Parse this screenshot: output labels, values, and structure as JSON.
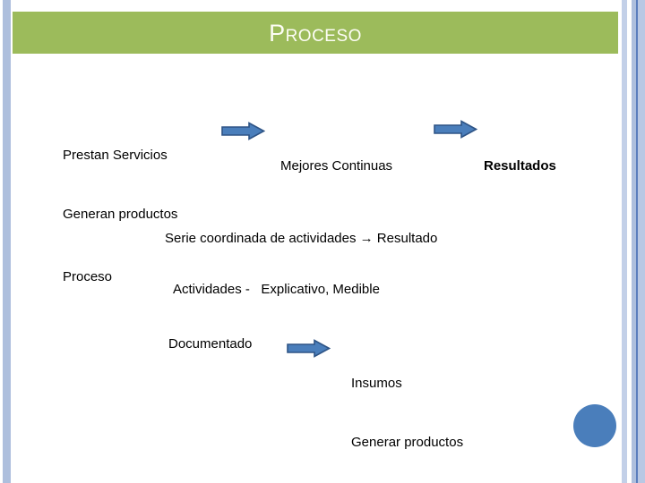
{
  "slide": {
    "title": "Proceso",
    "background_color": "#ffffff",
    "title_band_color": "#9cbb5b",
    "title_text_color": "#fdfdf5",
    "accent_color": "#4a7ebb",
    "edge_bar_color": "#aebfdd"
  },
  "flow_top": {
    "step1_line1": "Prestan Servicios",
    "step1_line2": "Generan productos",
    "arrow1_name": "right-block-arrow",
    "step2": "Mejores Continuas",
    "arrow2_name": "right-block-arrow",
    "step3": "Resultados"
  },
  "definition": {
    "statement": "Serie coordinada de actividades → Resultado",
    "label": "Proceso",
    "attributes": "Actividades -   Explicativo, Medible"
  },
  "flow_bottom": {
    "source": "Documentado",
    "arrow_name": "right-block-arrow",
    "target_line1": "Insumos",
    "target_line2": "Generar productos"
  },
  "decoration": {
    "circle_name": "blue-circle-accent",
    "circle_color": "#4a7ebb"
  }
}
